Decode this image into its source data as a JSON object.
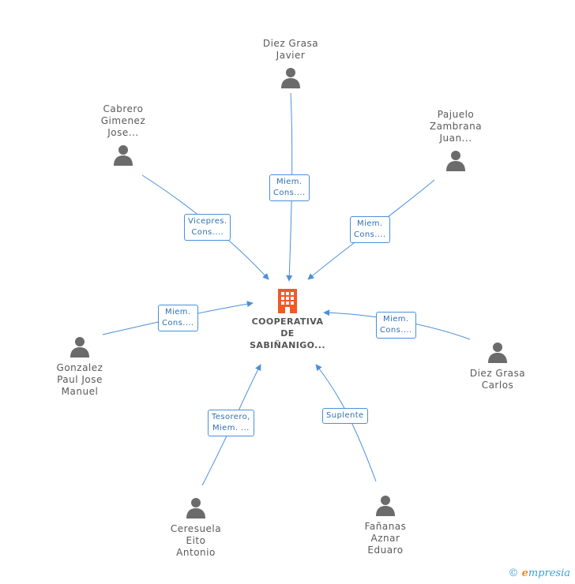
{
  "center": {
    "lines": [
      "COOPERATIVA",
      "DE",
      "SABIÑANIGO..."
    ],
    "icon": "building-icon",
    "color": "#f05a24"
  },
  "people": [
    {
      "id": "diez-grasa-javier",
      "lines": [
        "Diez Grasa",
        "Javier"
      ],
      "icon": "person-icon"
    },
    {
      "id": "cabrero-gimenez-jose",
      "lines": [
        "Cabrero",
        "Gimenez",
        "Jose..."
      ],
      "icon": "person-icon"
    },
    {
      "id": "pajuelo-zambrana-juan",
      "lines": [
        "Pajuelo",
        "Zambrana",
        "Juan..."
      ],
      "icon": "person-icon"
    },
    {
      "id": "gonzalez-paul-jose-manuel",
      "lines": [
        "Gonzalez",
        "Paul Jose",
        "Manuel"
      ],
      "icon": "person-icon"
    },
    {
      "id": "diez-grasa-carlos",
      "lines": [
        "Diez Grasa",
        "Carlos"
      ],
      "icon": "person-icon"
    },
    {
      "id": "ceresuela-eito-antonio",
      "lines": [
        "Ceresuela",
        "Eito",
        "Antonio"
      ],
      "icon": "person-icon"
    },
    {
      "id": "fananas-aznar-eduaro",
      "lines": [
        "Fañanas",
        "Aznar",
        "Eduaro"
      ],
      "icon": "person-icon"
    }
  ],
  "edges": [
    {
      "from": "diez-grasa-javier",
      "label": [
        "Miem.",
        "Cons...."
      ]
    },
    {
      "from": "cabrero-gimenez-jose",
      "label": [
        "Vicepres.",
        "Cons...."
      ]
    },
    {
      "from": "pajuelo-zambrana-juan",
      "label": [
        "Miem.",
        "Cons...."
      ]
    },
    {
      "from": "gonzalez-paul-jose-manuel",
      "label": [
        "Miem.",
        "Cons...."
      ]
    },
    {
      "from": "diez-grasa-carlos",
      "label": [
        "Miem.",
        "Cons...."
      ]
    },
    {
      "from": "ceresuela-eito-antonio",
      "label": [
        "Tesorero,",
        "Miem. ..."
      ]
    },
    {
      "from": "fananas-aznar-eduaro",
      "label": [
        "Suplente"
      ]
    }
  ],
  "colors": {
    "edge": "#4a90d9",
    "person": "#6b6b6b",
    "text": "#5a5a5a"
  },
  "footer": {
    "copyright": "©",
    "brand_initial": "e",
    "brand_rest": "mpresia"
  }
}
